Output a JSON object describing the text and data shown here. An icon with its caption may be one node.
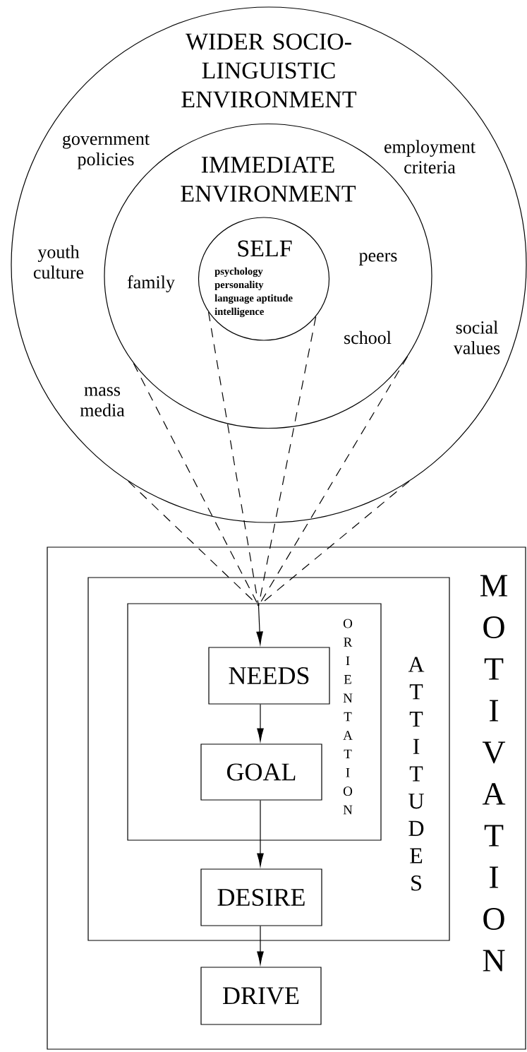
{
  "diagram": {
    "nodes": [
      {
        "text": [
          "WIDER SOCIO-LINGUISTIC ENVIRONMENT"
        ]
      },
      {
        "text": [
          "IMMEDIATE ENVIRONMENT"
        ],
        "in": 0
      },
      {
        "text": [
          "SELF",
          "psychology",
          "personality",
          "language aptitude",
          "intelligence"
        ],
        "in": 1
      },
      {
        "text": [
          "MOTIVATION"
        ]
      },
      {
        "text": [
          "ATTITUDES"
        ],
        "in": 3
      },
      {
        "text": [
          "ORIENTATION"
        ],
        "in": 4
      },
      {
        "text": [
          "NEEDS"
        ],
        "in": 5
      },
      {
        "text": [
          "GOAL"
        ],
        "in": 5
      },
      {
        "text": [
          "DESIRE"
        ],
        "in": 4
      },
      {
        "text": [
          "DRIVE"
        ],
        "in": 3
      }
    ],
    "edges": [
      {
        "from": 0,
        "to": 6,
        "arrow": "to",
        "style": "dashed"
      },
      {
        "from": 1,
        "to": 6,
        "arrow": "to",
        "style": "dashed"
      },
      {
        "from": 2,
        "to": 6,
        "arrow": "to",
        "style": "dashed"
      },
      {
        "from": 2,
        "to": 6,
        "arrow": "to",
        "style": "dashed"
      },
      {
        "from": 1,
        "to": 6,
        "arrow": "to",
        "style": "dashed"
      },
      {
        "from": 0,
        "to": 6,
        "arrow": "to",
        "style": "dashed"
      },
      {
        "from": 6,
        "to": 7,
        "arrow": "to"
      },
      {
        "from": 7,
        "to": 8,
        "arrow": "to"
      },
      {
        "from": 8,
        "to": 9,
        "arrow": "to"
      }
    ],
    "labels": [
      "government policies",
      "employment criteria",
      "youth culture",
      "peers",
      "family",
      "school",
      "social values",
      "mass media"
    ]
  }
}
